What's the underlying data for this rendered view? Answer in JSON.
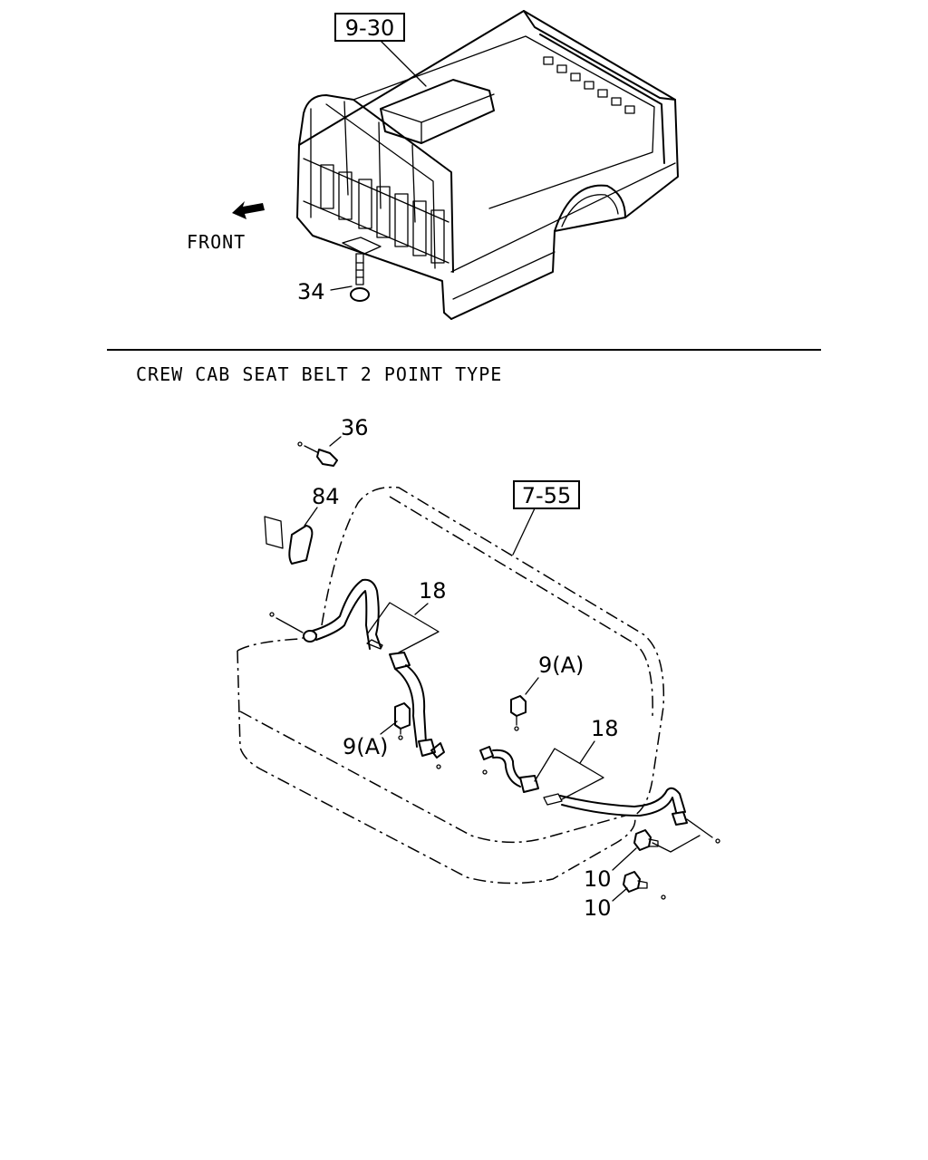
{
  "section_title": "CREW CAB SEAT BELT 2 POINT TYPE",
  "front_label": "FRONT",
  "callouts": {
    "ref_9_30": "9-30",
    "ref_7_55": "7-55",
    "part_34": "34",
    "part_36": "36",
    "part_84": "84",
    "part_18_left": "18",
    "part_18_right": "18",
    "part_9a_upper": "9(A)",
    "part_9a_lower": "9(A)",
    "part_10_upper": "10",
    "part_10_lower": "10"
  }
}
